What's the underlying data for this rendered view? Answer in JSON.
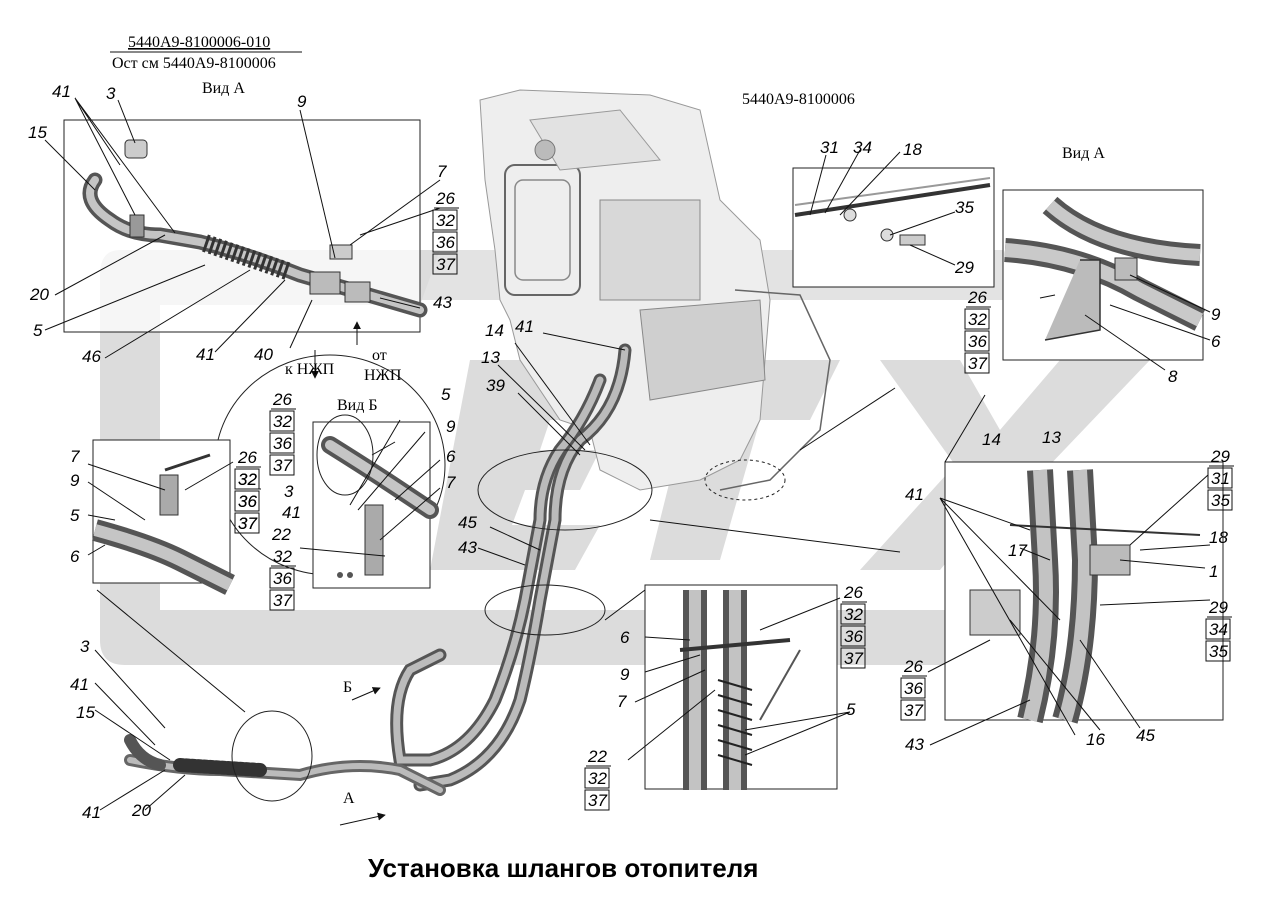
{
  "title": "Установка шлангов отопителя",
  "drawing_code_alt": "5440А9-8100006-010",
  "drawing_code_alt_note": "Ост см 5440А9-8100006",
  "drawing_code_main": "5440А9-8100006",
  "views": {
    "view_a_left": "Вид А",
    "view_a_right": "Вид А",
    "view_b": "Вид Б",
    "arrow_a": "А",
    "arrow_b": "Б"
  },
  "flow_notes": {
    "to_njp": "к НЖП",
    "from_1": "от",
    "from_2": "НЖП"
  },
  "callouts": {
    "c41a": "41",
    "c3a": "3",
    "c15a": "15",
    "c9a": "9",
    "c7a": "7",
    "c20a": "20",
    "c5a": "5",
    "c46": "46",
    "c41b": "41",
    "c40": "40",
    "c43a": "43",
    "c7b": "7",
    "c9b": "9",
    "c5b": "5",
    "c6b": "6",
    "c26b": "26",
    "c3b": "3",
    "c41c": "41",
    "c5c": "5",
    "c9c": "9",
    "c6c": "6",
    "c7c": "7",
    "c22a": "22",
    "c14a": "14",
    "c41d": "41",
    "c13a": "13",
    "c39": "39",
    "c45a": "45",
    "c43b": "43",
    "c3c": "3",
    "c41e": "41",
    "c15b": "15",
    "c41f": "41",
    "c20b": "20",
    "c31": "31",
    "c34a": "34",
    "c18a": "18",
    "c35": "35",
    "c29a": "29",
    "c9d": "9",
    "c6d": "6",
    "c8": "8",
    "c6e": "6",
    "c9e": "9",
    "c7d": "7",
    "c5d": "5",
    "c14b": "14",
    "c13b": "13",
    "c41g": "41",
    "c17": "17",
    "c18b": "18",
    "c1": "1",
    "c43c": "43",
    "c16": "16",
    "c45b": "45"
  },
  "stacks": {
    "s_viewa_left": [
      "26",
      "32",
      "36",
      "37"
    ],
    "s_viewb_top": [
      "26",
      "32",
      "36",
      "37"
    ],
    "s_viewb_right": [
      "32",
      "36",
      "37"
    ],
    "s_viewb_bottom": [
      "32",
      "36",
      "37"
    ],
    "s_left_panel": [
      "26",
      "32",
      "36",
      "37"
    ],
    "s_viewa_right": [
      "26",
      "32",
      "36",
      "37"
    ],
    "s_bottom_center_right": [
      "26",
      "32",
      "36",
      "37"
    ],
    "s_bottom_center_left": [
      "22",
      "32",
      "37"
    ],
    "s_right_top": [
      "29",
      "31",
      "35"
    ],
    "s_right_mid": [
      "29",
      "34",
      "35"
    ],
    "s_right_bottom": [
      "26",
      "36",
      "37"
    ]
  },
  "colors": {
    "line": "#1a1a1a",
    "watermark": "#d9d9d9",
    "hose": "#6f6f6f",
    "hose_light": "#a8a8a8"
  }
}
